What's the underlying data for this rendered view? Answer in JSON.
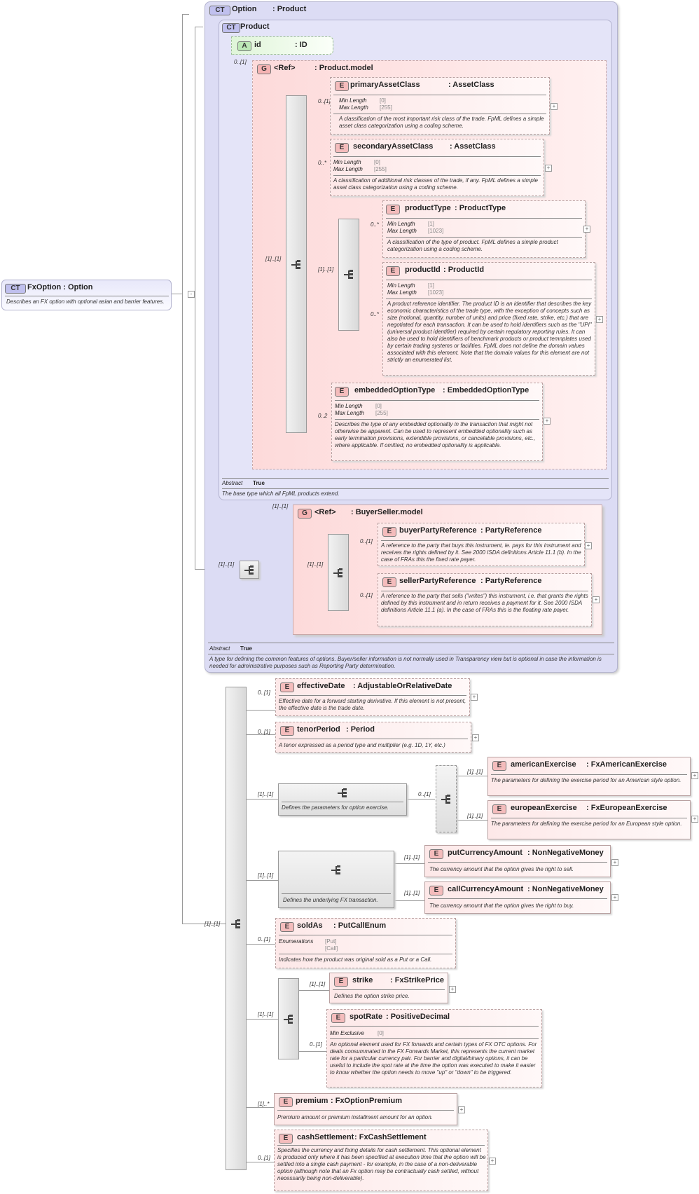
{
  "root": {
    "badge": "CT",
    "name": "FxOption : Option",
    "doc": "Describes an FX option with optional asian and barrier features."
  },
  "option": {
    "badge": "CT",
    "title": "Option",
    "type": ": Product",
    "abstract_label": "Abstract",
    "abstract_value": "True",
    "doc": "A type for defining the common features of options. Buyer/seller information is not normally used in Transparency view but is optional in case the information is needed for administrative purposes such as Reporting Party determination."
  },
  "product": {
    "badge": "CT",
    "title": "Product",
    "id_attr": {
      "badge": "A",
      "name": "id",
      "type": ": ID"
    },
    "model": {
      "badge": "G",
      "ref": "<Ref>",
      "type": ": Product.model",
      "card": "0..[1]"
    },
    "abstract_label": "Abstract",
    "abstract_value": "True",
    "doc": "The base type which all FpML products extend."
  },
  "facet_labels": {
    "min_length": "Min Length",
    "max_length": "Max Length",
    "min_exclusive": "Min Exclusive",
    "enumerations": "Enumerations"
  },
  "elements": {
    "primaryAssetClass": {
      "badge": "E",
      "name": "primaryAssetClass",
      "type": ": AssetClass",
      "card": "0..[1]",
      "min": "[0]",
      "max": "[255]",
      "doc": "A classification of the most important risk class of the trade. FpML defines a simple asset class categorization using a coding scheme."
    },
    "secondaryAssetClass": {
      "badge": "E",
      "name": "secondaryAssetClass",
      "type": ": AssetClass",
      "card": "0..*",
      "min": "[0]",
      "max": "[255]",
      "doc": "A classification of additional risk classes of the trade, if any. FpML defines a simple asset class categorization using a coding scheme."
    },
    "productType": {
      "badge": "E",
      "name": "productType",
      "type": ": ProductType",
      "card": "0..*",
      "min": "[1]",
      "max": "[1023]",
      "doc": "A classification of the type of product. FpML defines a simple product categorization using a coding scheme."
    },
    "productId": {
      "badge": "E",
      "name": "productId",
      "type": ": ProductId",
      "card": "0..*",
      "min": "[1]",
      "max": "[1023]",
      "doc": "A product reference identifier. The product ID is an identifier that describes the key economic characteristics of the trade type, with the exception of concepts such as size (notional, quantity, number of units) and price (fixed rate, strike, etc.) that are negotiated for each transaction. It can be used to hold identifiers such as the \"UPI\" (universal product identifier) required by certain regulatory reporting rules. It can also be used to hold identifiers of benchmark products or product temnplates used by certain trading systems or facilities. FpML does not define the domain values associated with this element. Note that the domain values for this element are not strictly an enumerated list."
    },
    "embeddedOptionType": {
      "badge": "E",
      "name": "embeddedOptionType",
      "type": ": EmbeddedOptionType",
      "card": "0..2",
      "min": "[0]",
      "max": "[255]",
      "doc": "Describes the type of any embedded optionality in the transaction that might not otherwise be apparent. Can be used to represent embedded optionality such as early termination provisions, extendible provisions, or cancelable provisions, etc., where applicable. If omitted, no embedded optionality is applicable."
    },
    "buyerPartyReference": {
      "badge": "E",
      "name": "buyerPartyReference",
      "type": ": PartyReference",
      "card": "0..[1]",
      "doc": "A reference to the party that buys this instrument, ie. pays for this instrument and receives the rights defined by it. See 2000 ISDA definitions Article 11.1 (b). In the case of FRAs this the fixed rate payer."
    },
    "sellerPartyReference": {
      "badge": "E",
      "name": "sellerPartyReference",
      "type": ": PartyReference",
      "card": "0..[1]",
      "doc": "A reference to the party that sells (\"writes\") this instrument, i.e. that grants the rights defined by this instrument and in return receives a payment for it. See 2000 ISDA definitions Article 11.1 (a). In the case of FRAs this is the floating rate payer."
    },
    "effectiveDate": {
      "badge": "E",
      "name": "effectiveDate",
      "type": ": AdjustableOrRelativeDate",
      "card": "0..[1]",
      "doc": "Effective date for a forward starting derivative. If this element is not present, the effective date is the trade date."
    },
    "tenorPeriod": {
      "badge": "E",
      "name": "tenorPeriod",
      "type": ": Period",
      "card": "0..[1]",
      "doc": "A tenor expressed as a period type and multiplier (e.g. 1D, 1Y, etc.)"
    },
    "americanExercise": {
      "badge": "E",
      "name": "americanExercise",
      "type": ": FxAmericanExercise",
      "card": "[1]..[1]",
      "doc": "The parameters for defining the exercise period for an American style option."
    },
    "europeanExercise": {
      "badge": "E",
      "name": "europeanExercise",
      "type": ": FxEuropeanExercise",
      "card": "[1]..[1]",
      "doc": "The parameters for defining the exercise period for an European style option."
    },
    "putCurrencyAmount": {
      "badge": "E",
      "name": "putCurrencyAmount",
      "type": ": NonNegativeMoney",
      "card": "[1]..[1]",
      "doc": "The currency amount that the option gives the right to sell."
    },
    "callCurrencyAmount": {
      "badge": "E",
      "name": "callCurrencyAmount",
      "type": ": NonNegativeMoney",
      "card": "[1]..[1]",
      "doc": "The currency amount that the option gives the right to buy."
    },
    "soldAs": {
      "badge": "E",
      "name": "soldAs",
      "type": ": PutCallEnum",
      "card": "0..[1]",
      "enum1": "[Put]",
      "enum2": "[Call]",
      "doc": "Indicates how the product was original sold as a Put or a Call."
    },
    "strike": {
      "badge": "E",
      "name": "strike",
      "type": ": FxStrikePrice",
      "card": "[1]..[1]",
      "doc": "Defines the option strike price."
    },
    "spotRate": {
      "badge": "E",
      "name": "spotRate",
      "type": ": PositiveDecimal",
      "card": "0..[1]",
      "min_excl": "[0]",
      "doc": "An optional element used for FX forwards and certain types of FX OTC options. For deals consummated in the FX Forwards Market, this represents the current market rate for a particular currency pair. For barrier and digital/binary options, it can be useful to include the spot rate at the time the option was executed to make it easier to know whether the option needs to move \"up\" or \"down\" to be triggered."
    },
    "premium": {
      "badge": "E",
      "name": "premium",
      "type": ": FxOptionPremium",
      "card": "[1]..*",
      "doc": "Premium amount or premium installment amount for an option."
    },
    "cashSettlement": {
      "badge": "E",
      "name": "cashSettlement",
      "type": ": FxCashSettlement",
      "card": "0..[1]",
      "doc": "Specifies the currency and fixing details for cash settlement. This optional element is produced only where it has been specified at execution time that the option will be settled into a single cash payment - for example, in the case of a non-deliverable option (although note that an Fx option may be contractually cash settled, without necessarily being non-deliverable)."
    }
  },
  "buyerSeller": {
    "badge": "G",
    "ref": "<Ref>",
    "type": ": BuyerSeller.model",
    "card": "[1]..[1]"
  },
  "sequences": {
    "product_model_card": "[1]..[1]",
    "product_inner_card": "[1]..[1]",
    "option_seq_card": "[1]..[1]",
    "bs_inner_card": "[1]..[1]",
    "fx_main_card": "[1]..[1]",
    "exercise_card": "[1]..[1]",
    "exercise_doc": "Defines the parameters for option exercise.",
    "exercise_choice_card": "0..[1]",
    "fx_tx_card": "[1]..[1]",
    "fx_tx_doc": "Defines the underlying FX transaction.",
    "strike_seq_card": "[1]..[1]"
  }
}
